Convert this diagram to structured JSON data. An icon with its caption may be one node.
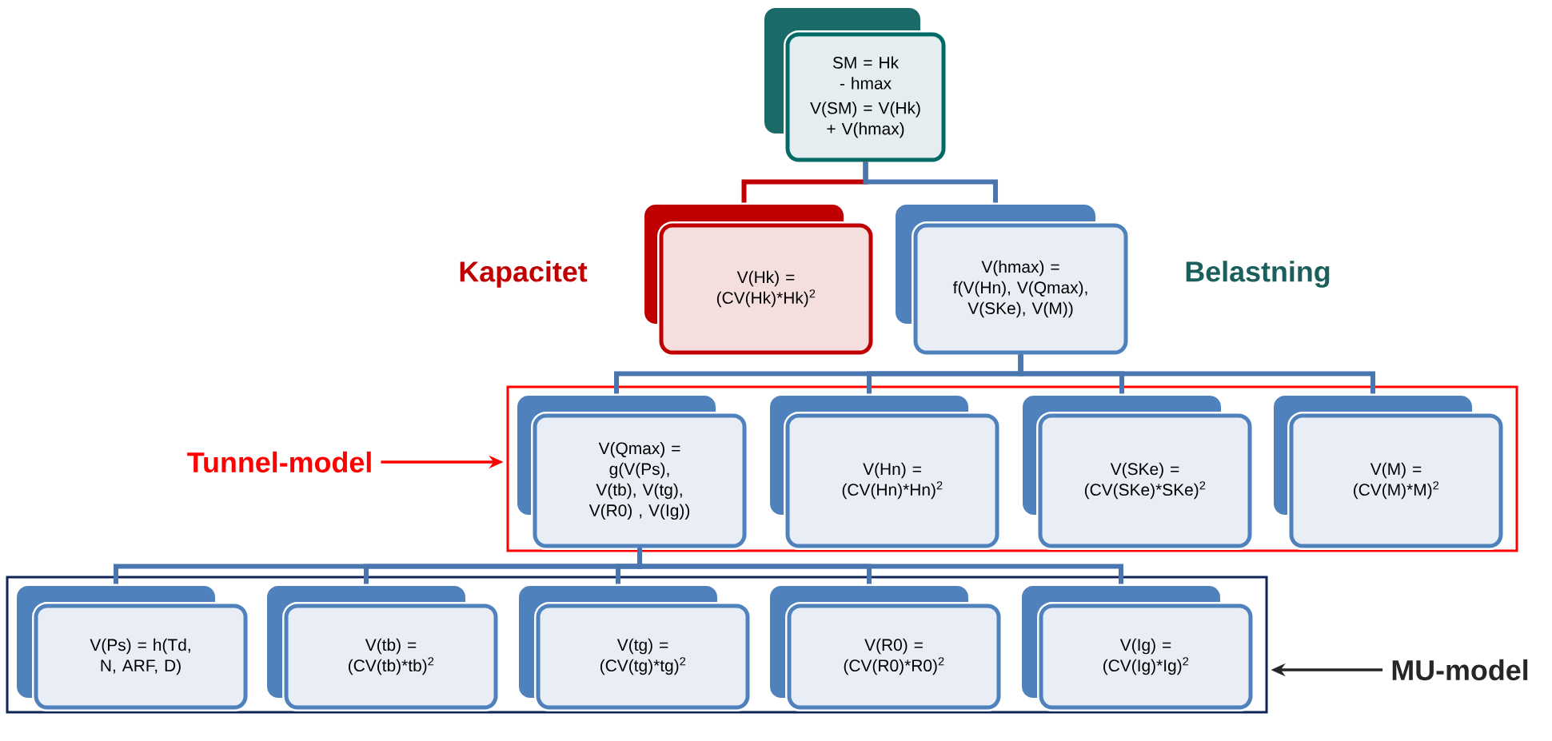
{
  "diagram": {
    "nodes": [
      {
        "text": [
          "SM = Hk - hmax",
          "V(SM) = V(Hk) + V(hmax)"
        ]
      },
      {
        "text": [
          "V(Hk) = (CV(Hk)*Hk)$^{2}$"
        ]
      },
      {
        "text": [
          "V(hmax) = f(V(Hn), V(Qmax), V(SKe), V(M))"
        ]
      },
      {
        "text": [
          "Tunnel-model"
        ]
      },
      {
        "text": [],
        "shape": "box"
      },
      {
        "text": [
          "V(Qmax) = g(V(Ps), V(tb), V(tg), V(R0) , V(Ig))"
        ],
        "in": 4
      },
      {
        "text": [
          "V(Hn) = (CV(Hn)*Hn)$^{2}$"
        ],
        "in": 4
      },
      {
        "text": [
          "V(SKe) = (CV(SKe)*SKe)$^{2}$"
        ],
        "in": 4
      },
      {
        "text": [
          "V(M) = (CV(M)*M)$^{2}$"
        ],
        "in": 4
      },
      {
        "text": [
          "MU-model"
        ]
      },
      {
        "text": [],
        "shape": "box"
      },
      {
        "text": [
          "V(Ps) = h(Td, N, ARF, D)"
        ],
        "in": 10
      },
      {
        "text": [
          "V(tb) = (CV(tb)*tb)$^{2}$"
        ],
        "in": 10
      },
      {
        "text": [
          "V(tg) = (CV(tg)*tg)$^{2}$"
        ],
        "in": 10
      },
      {
        "text": [
          "V(R0) = (CV(R0)*R0)$^{2}$"
        ],
        "in": 10
      },
      {
        "text": [
          "V(Ig) = (CV(Ig)*Ig)$^{2}$"
        ],
        "in": 10
      }
    ],
    "edges": [
      {
        "from": 0,
        "to": 1,
        "arrow": "none",
        "color": "#c00000"
      },
      {
        "from": 0,
        "to": 2,
        "arrow": "none"
      },
      {
        "from": 2,
        "to": 5,
        "arrow": "none"
      },
      {
        "from": 2,
        "to": 6,
        "arrow": "none"
      },
      {
        "from": 2,
        "to": 7,
        "arrow": "none"
      },
      {
        "from": 2,
        "to": 8,
        "arrow": "none"
      },
      {
        "from": 5,
        "to": 11,
        "arrow": "none"
      },
      {
        "from": 5,
        "to": 12,
        "arrow": "none"
      },
      {
        "from": 5,
        "to": 13,
        "arrow": "none"
      },
      {
        "from": 5,
        "to": 14,
        "arrow": "none"
      },
      {
        "from": 5,
        "to": 15,
        "arrow": "none"
      },
      {
        "from": 3,
        "to": 4,
        "arrow": "to",
        "color": "#ff0000"
      },
      {
        "from": 9,
        "to": 10,
        "arrow": "to",
        "color": "#262626"
      }
    ],
    "labels": [
      "Kapacitet",
      "Belastning"
    ]
  }
}
